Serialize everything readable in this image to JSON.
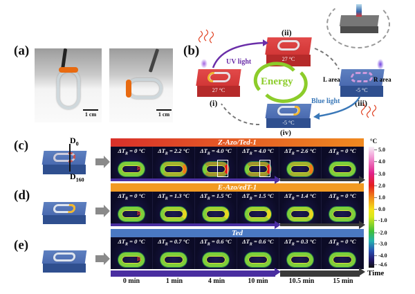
{
  "panels": {
    "a": "(a)",
    "b": "(b)",
    "c": "(c)",
    "d": "(d)",
    "e": "(e)"
  },
  "panel_a": {
    "scale_bars": [
      "1 cm",
      "1 cm"
    ]
  },
  "panel_b": {
    "states": [
      {
        "id": "(i)",
        "temp": "27 °C"
      },
      {
        "id": "(ii)",
        "temp": "27 °C"
      },
      {
        "id": "(iii)",
        "temp": "-5 °C"
      },
      {
        "id": "(iv)",
        "temp": "-5 °C"
      }
    ],
    "uv_light": "UV light",
    "blue_light": "Blue light",
    "energy": "Energy",
    "l_area": "L area",
    "r_area": "R area"
  },
  "panel_c_model": {
    "top": "D",
    "top_sub": "0",
    "bottom": "D",
    "bottom_sub": "160"
  },
  "rows": [
    {
      "title": "Z-Azo/Ted-1",
      "color": "#e0402a",
      "values": [
        "0",
        "2.2",
        "4.0",
        "4.0",
        "2.6",
        "0"
      ],
      "boxed": [
        false,
        false,
        true,
        true,
        false,
        false
      ]
    },
    {
      "title": "E-Azo/edT-1",
      "color": "#f29a22",
      "values": [
        "0",
        "1.3",
        "1.5",
        "1.5",
        "1.4",
        "0"
      ],
      "boxed": [
        false,
        false,
        false,
        false,
        false,
        false
      ]
    },
    {
      "title": "Ted",
      "color": "#4a78c2",
      "values": [
        "0",
        "0.7",
        "0.6",
        "0.6",
        "0.3",
        "0"
      ],
      "boxed": [
        false,
        false,
        false,
        false,
        false,
        false
      ]
    }
  ],
  "delta_label": {
    "prefix": "ΔT",
    "sub": "R",
    "unit": "°C",
    "r_marker": "R"
  },
  "times": [
    "0 min",
    "1 min",
    "4 min",
    "10 min",
    "10.5 min",
    "15 min"
  ],
  "time_label": "Time",
  "colorbar": {
    "unit": "°C",
    "ticks": [
      "5.0",
      "4.0",
      "3.0",
      "2.0",
      "1.0",
      "0.0",
      "-1.0",
      "-2.0",
      "-3.0",
      "-4.0",
      "-4.6"
    ]
  },
  "colors": {
    "uv": "#6a2ea8",
    "blue_light": "#3a78b8",
    "energy": "#8ccc2a",
    "hot_block": "#d23636",
    "cold_block": "#4a6ab0"
  }
}
